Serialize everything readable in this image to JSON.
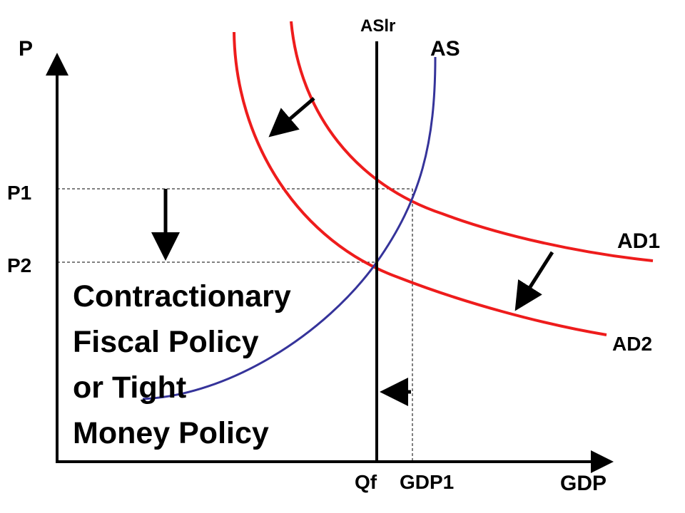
{
  "axes": {
    "y_label": "P",
    "x_label": "GDP"
  },
  "price_levels": {
    "p1": "P1",
    "p2": "P2"
  },
  "quantity_levels": {
    "qf": "Qf",
    "gdp1": "GDP1"
  },
  "curves": {
    "aslr": "ASlr",
    "as": "AS",
    "ad1": "AD1",
    "ad2": "AD2"
  },
  "policy_text": [
    "Contractionary",
    "Fiscal Policy",
    "or Tight",
    "Money Policy"
  ],
  "colors": {
    "axis": "#000000",
    "ad": "#ee1c1c",
    "as": "#35339a",
    "aslr": "#000000",
    "guide": "#000000"
  }
}
